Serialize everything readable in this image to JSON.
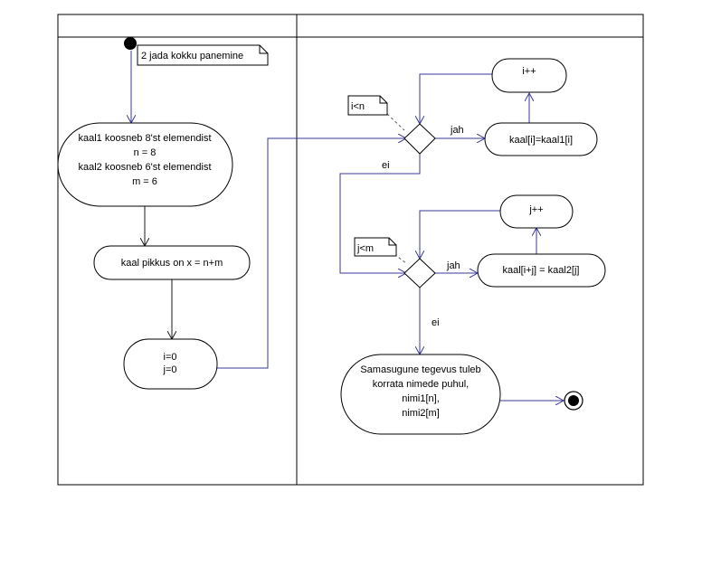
{
  "diagram": {
    "swimlanes": [
      {
        "label": ""
      },
      {
        "label": ""
      }
    ],
    "notes": {
      "title_note": "2 jada kokku panemine",
      "cond_i": "i<n",
      "cond_j": "j<m"
    },
    "nodes": {
      "init_kaal": [
        "kaal1 koosneb 8'st elemendist",
        "n = 8",
        "kaal2 koosneb 6'st elemendist",
        "m = 6"
      ],
      "length": [
        "kaal pikkus on x = n+m"
      ],
      "init_ij": [
        "i=0",
        "j=0"
      ],
      "i_inc": [
        "i++"
      ],
      "assign_i": [
        "kaal[i]=kaal1[i]"
      ],
      "j_inc": [
        "j++"
      ],
      "assign_j": [
        "kaal[i+j] = kaal2[j]"
      ],
      "repeat": [
        "Samasugune tegevus tuleb",
        "korrata nimede puhul,",
        "nimi1[n],",
        "nimi2[m]"
      ]
    },
    "edge_labels": {
      "yes_i": "jah",
      "no_i": "ei",
      "yes_j": "jah",
      "no_j": "ei"
    },
    "colors": {
      "edge": "#3a3a9a",
      "edge_dark": "#1a1a1a",
      "border": "#000000"
    }
  }
}
